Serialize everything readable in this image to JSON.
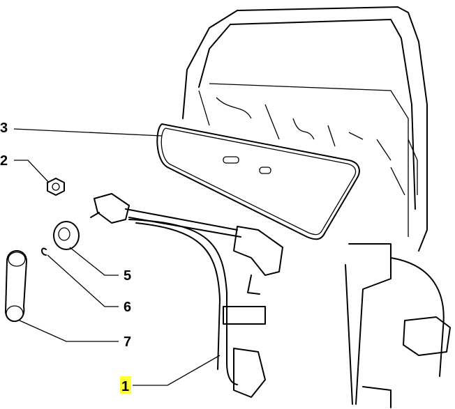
{
  "diagram": {
    "callouts": [
      {
        "id": "3",
        "label": "3",
        "part": "door-panel-seal"
      },
      {
        "id": "2",
        "label": "2",
        "part": "nut"
      },
      {
        "id": "5",
        "label": "5",
        "part": "bushing"
      },
      {
        "id": "6",
        "label": "6",
        "part": "clip"
      },
      {
        "id": "7",
        "label": "7",
        "part": "window-crank-handle"
      },
      {
        "id": "1",
        "label": "1",
        "part": "window-regulator",
        "highlighted": true
      }
    ],
    "highlight_color": "#ffff33"
  }
}
